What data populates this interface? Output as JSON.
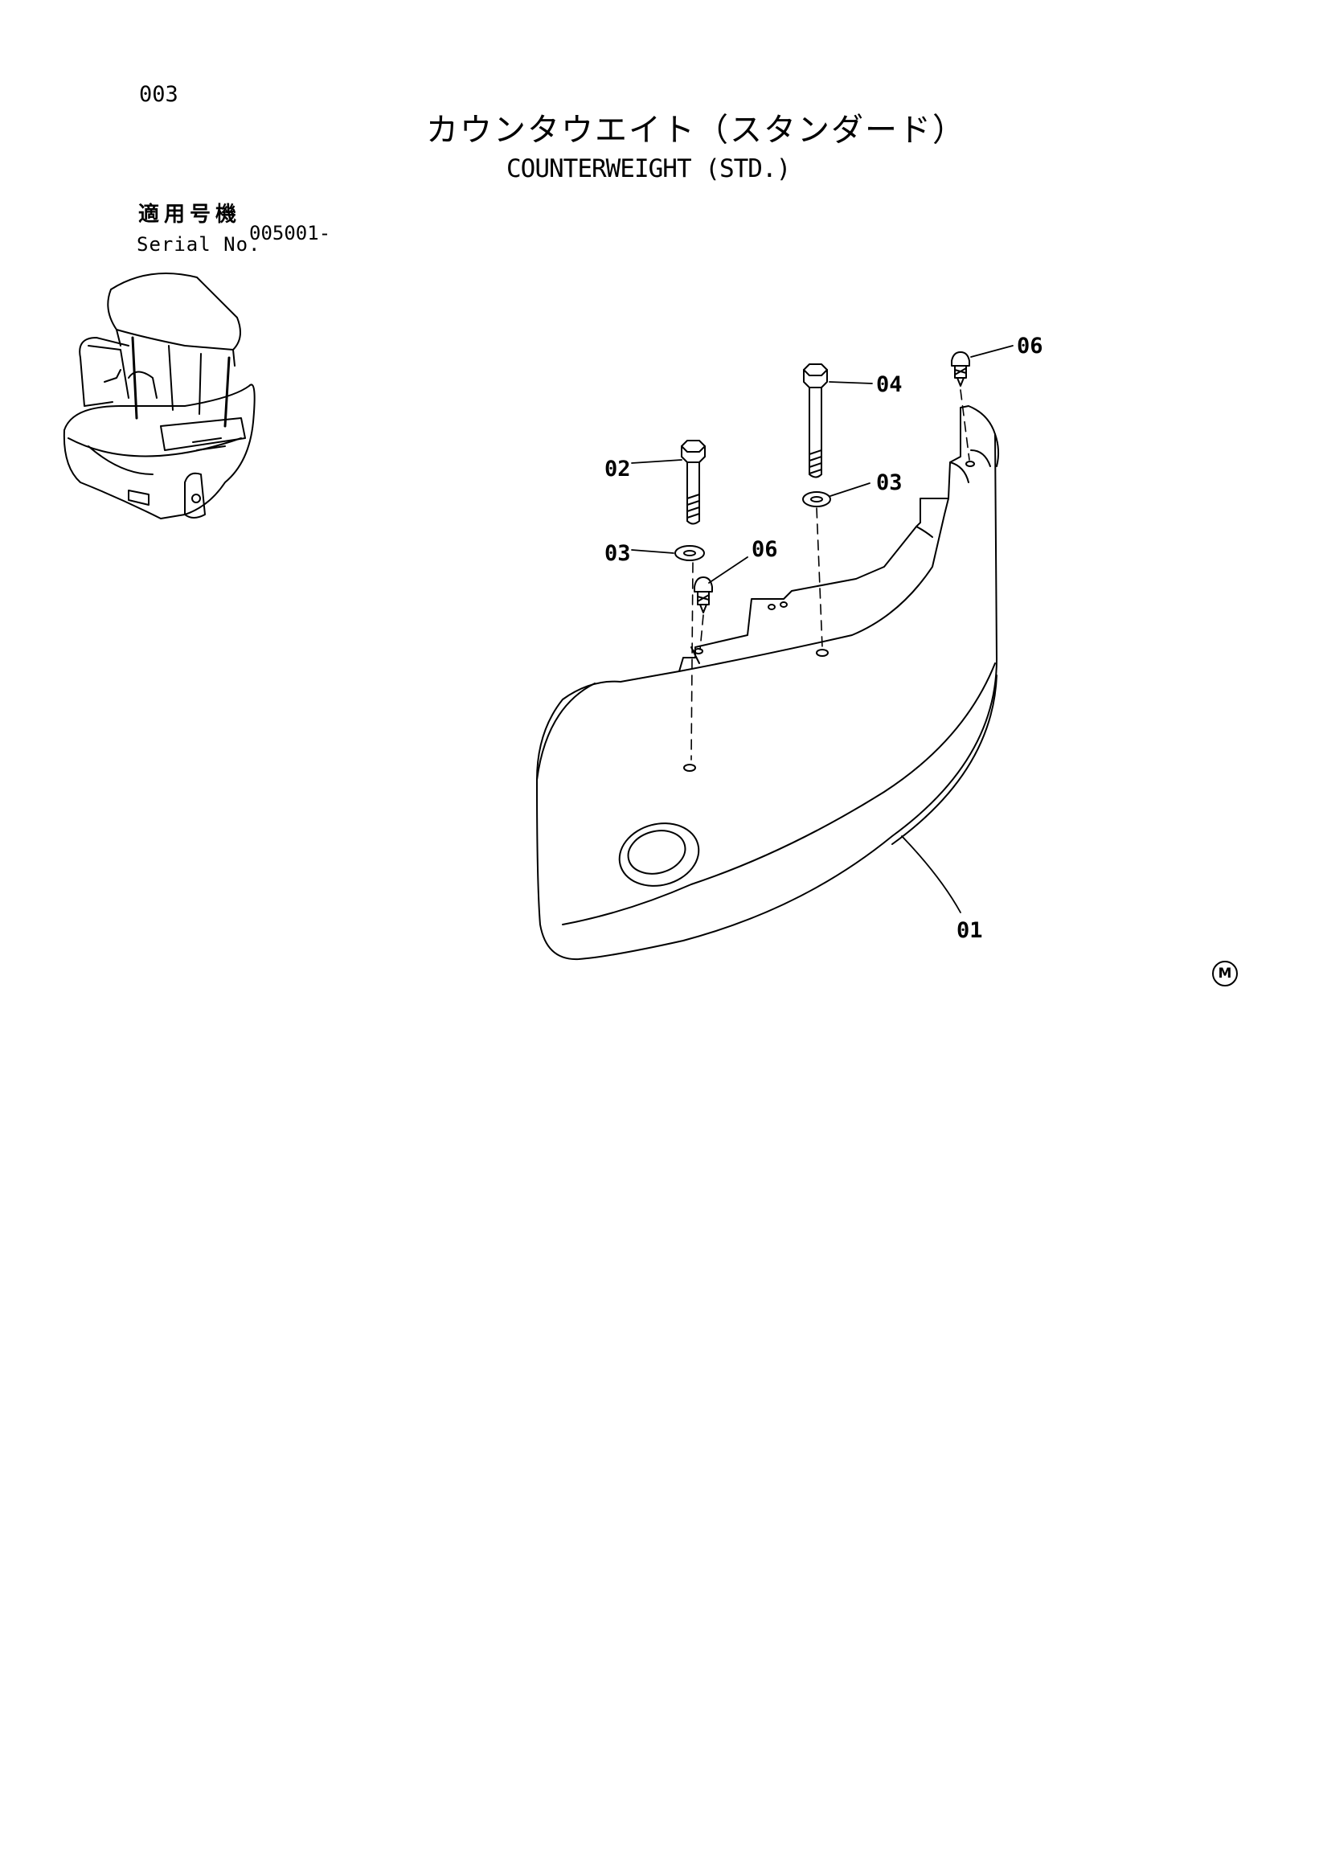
{
  "header": {
    "page_number": "003",
    "title_jp": "カウンタウエイト（スタンダード）",
    "title_en": "COUNTERWEIGHT (STD.)"
  },
  "serial": {
    "label_jp": "適用号機",
    "label_en": "Serial No.",
    "value": "005001-"
  },
  "callouts": {
    "c01": "01",
    "c02": "02",
    "c03_left": "03",
    "c03_right": "03",
    "c04": "04",
    "c06_left": "06",
    "c06_right": "06"
  },
  "mark": "M"
}
